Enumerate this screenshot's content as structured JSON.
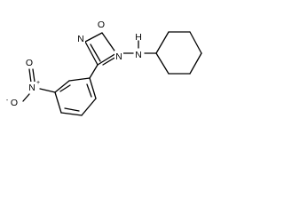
{
  "molecule": {
    "atoms": {
      "ring_oxygen": "O",
      "ring_n2": "N",
      "ring_n4": "N",
      "amine_n": "N",
      "amine_h": "H",
      "nitro_n": "N",
      "nitro_o_top": "O",
      "nitro_o_bottom": "O",
      "nitro_n_charge": "+",
      "nitro_o_charge": "-"
    }
  },
  "colors": {
    "bond": "#000000",
    "background": "#ffffff"
  }
}
